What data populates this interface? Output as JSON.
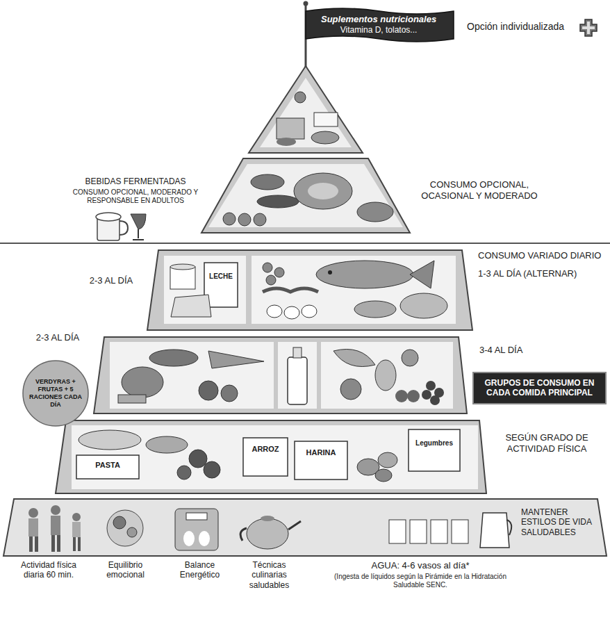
{
  "diagram": {
    "nodes": [
      {
        "text": [
          "Suplementos nutricionales",
          "Vitamina D, tolatos..."
        ]
      },
      {
        "text": [
          "VERDYRAS + FRUTAS + 5 RACIONES CADA DÍA"
        ]
      },
      {
        "text": [
          "GRUPOS DE CONSUMO EN CADA COMIDA PRINCIPAL"
        ]
      }
    ],
    "edges": [],
    "labels": [
      "Opción individualizada",
      "BEBIDAS FERMENTADAS",
      "CONSUMO OPCIONAL, MODERADO Y RESPONSABLE EN ADULTOS",
      "CONSUMO OPCIONAL, OCASIONAL Y MODERADO",
      "2-3 AL DÍA",
      "LECHE",
      "CONSUMO VARIADO DIARIO",
      "1-3 AL DÍA (ALTERNAR)",
      "2-3 AL DÍA",
      "3-4 AL DÍA",
      "SEGÚN GRADO DE ACTIVIDAD FÍSICA",
      "PASTA",
      "ARROZ",
      "HARINA",
      "Legumbres",
      "MANTENER ESTILOS DE VIDA SALUDABLES",
      "Actividad física diaria 60 min.",
      "Equilibrio emocional",
      "Balance Energético",
      "Técnicas culinarias saludables",
      "AGUA: 4-6 vasos al día*",
      "(Ingesta de líquidos según la Pirámide en la Hidratación Saludable SENC."
    ]
  }
}
